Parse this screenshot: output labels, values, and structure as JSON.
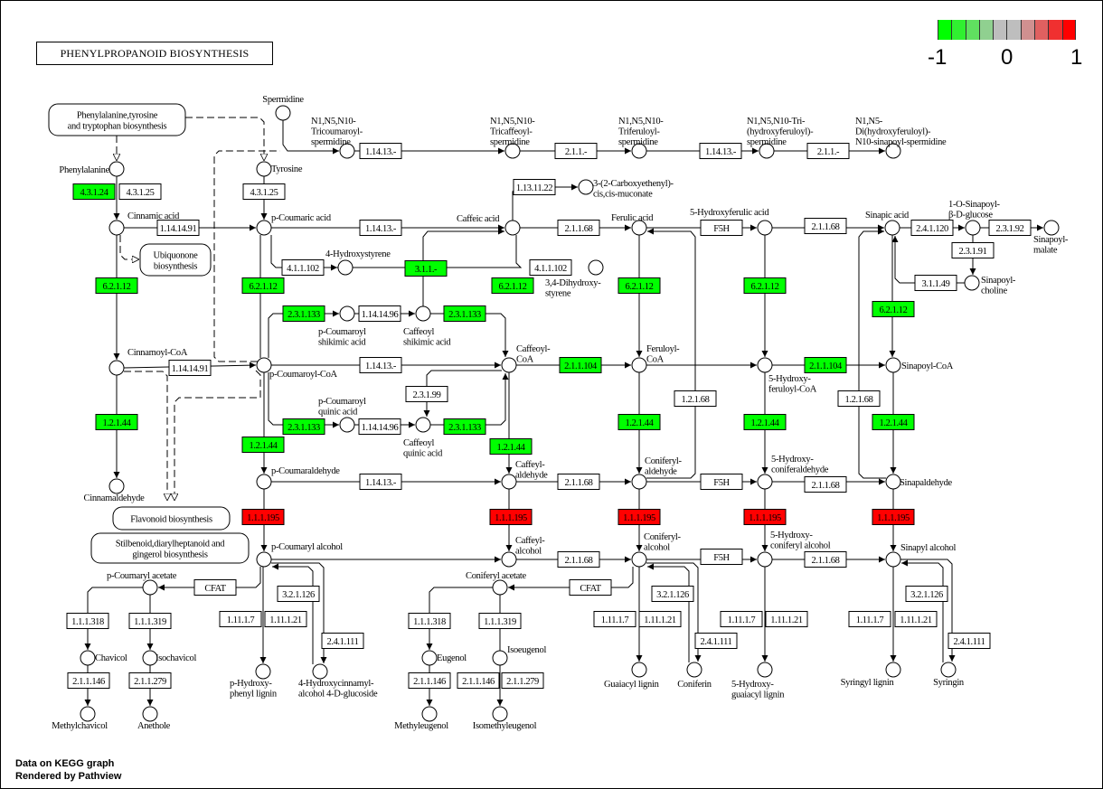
{
  "title": "PHENYLPROPANOID BIOSYNTHESIS",
  "legend": {
    "ticks": [
      "-1",
      "0",
      "1"
    ],
    "range": [
      -1,
      1
    ],
    "colors": [
      "#00ff00",
      "#30f030",
      "#60e060",
      "#90d090",
      "#bebebe",
      "#bebebe",
      "#d09090",
      "#e06060",
      "#f03030",
      "#ff0000"
    ]
  },
  "status_colors": {
    "down": "#00ff00",
    "up": "#ff0000",
    "none": "#ffffff"
  },
  "footer": [
    "Data on KEGG graph",
    "Rendered by Pathview"
  ],
  "pathways": [
    {
      "lines": [
        "Phenylalanine,tyrosine",
        "and tryptophan biosynthesis"
      ]
    },
    {
      "lines": [
        "Ubiquonone",
        "biosynthesis"
      ]
    },
    {
      "lines": [
        "Flavonoid biosynthesis"
      ]
    },
    {
      "lines": [
        "Stilbenoid,diarylheptanoid and",
        "gingerol biosynthesis"
      ]
    }
  ],
  "compounds": [
    {
      "lines": [
        "Phenylalanine"
      ]
    },
    {
      "lines": [
        "Tyrosine"
      ]
    },
    {
      "lines": [
        "Spermidine"
      ]
    },
    {
      "lines": [
        "N1,N5,N10-",
        "Tricoumaroyl-",
        "spermidine"
      ]
    },
    {
      "lines": [
        "N1,N5,N10-",
        "Tricaffeoyl-",
        "spermidine"
      ]
    },
    {
      "lines": [
        "N1,N5,N10-",
        "Triferuloyl-",
        "spermidine"
      ]
    },
    {
      "lines": [
        "N1,N5,N10-Tri-",
        "(hydroxyferuloyl)-",
        "spermidine"
      ]
    },
    {
      "lines": [
        "N1,N5-",
        "Di(hydroxyferuloyl)-",
        "N10-sinapoyl-spermidine"
      ]
    },
    {
      "lines": [
        "Cinnamic acid"
      ]
    },
    {
      "lines": [
        "p-Coumaric acid"
      ]
    },
    {
      "lines": [
        "Caffeic acid"
      ]
    },
    {
      "lines": [
        "3-(2-Carboxyethenyl)-",
        "cis,cis-muconate"
      ]
    },
    {
      "lines": [
        "4-Hydroxystyrene"
      ]
    },
    {
      "lines": [
        "3,4-Dihydroxy-",
        "styrene"
      ]
    },
    {
      "lines": [
        "Ferulic acid"
      ]
    },
    {
      "lines": [
        "5-Hydroxyferulic acid"
      ]
    },
    {
      "lines": [
        "Sinapic acid"
      ]
    },
    {
      "lines": [
        "1-O-Sinapoyl-",
        "β-D-glucose"
      ]
    },
    {
      "lines": [
        "Sinapoyl-",
        "malate"
      ]
    },
    {
      "lines": [
        "Sinapoyl-",
        "choline"
      ]
    },
    {
      "lines": [
        "Cinnamoyl-CoA"
      ]
    },
    {
      "lines": [
        "p-Coumaroyl-CoA"
      ]
    },
    {
      "lines": [
        "p-Coumaroyl",
        "shikimic acid"
      ]
    },
    {
      "lines": [
        "Caffeoyl",
        "shikimic acid"
      ]
    },
    {
      "lines": [
        "Caffeoyl-",
        "CoA"
      ]
    },
    {
      "lines": [
        "Feruloyl-",
        "CoA"
      ]
    },
    {
      "lines": [
        "5-Hydroxy-",
        "feruloyl-CoA"
      ]
    },
    {
      "lines": [
        "Sinapoyl-CoA"
      ]
    },
    {
      "lines": [
        "p-Coumaroyl",
        "quinic acid"
      ]
    },
    {
      "lines": [
        "Caffeoyl",
        "quinic acid"
      ]
    },
    {
      "lines": [
        "Cinnamaldehyde"
      ]
    },
    {
      "lines": [
        "p-Coumaraldehyde"
      ]
    },
    {
      "lines": [
        "Caffeyl-",
        "aldehyde"
      ]
    },
    {
      "lines": [
        "Coniferyl-",
        "aldehyde"
      ]
    },
    {
      "lines": [
        "5-Hydroxy-",
        "coniferaldehyde"
      ]
    },
    {
      "lines": [
        "Sinapaldehyde"
      ]
    },
    {
      "lines": [
        "p-Coumaryl alcohol"
      ]
    },
    {
      "lines": [
        "Caffeyl-",
        "alcohol"
      ]
    },
    {
      "lines": [
        "Coniferyl-",
        "alcohol"
      ]
    },
    {
      "lines": [
        "5-Hydroxy-",
        "coniferyl alcohol"
      ]
    },
    {
      "lines": [
        "Sinapyl alcohol"
      ]
    },
    {
      "lines": [
        "p-Coumaryl acetate"
      ]
    },
    {
      "lines": [
        "Coniferyl acetate"
      ]
    },
    {
      "lines": [
        "Chavicol"
      ]
    },
    {
      "lines": [
        "Isochavicol"
      ]
    },
    {
      "lines": [
        "Eugenol"
      ]
    },
    {
      "lines": [
        "Isoeugenol"
      ]
    },
    {
      "lines": [
        "Methylchavicol"
      ]
    },
    {
      "lines": [
        "Anethole"
      ]
    },
    {
      "lines": [
        "Methyleugenol"
      ]
    },
    {
      "lines": [
        "Isomethyleugenol"
      ]
    },
    {
      "lines": [
        "p-Hydroxy-",
        "phenyl lignin"
      ]
    },
    {
      "lines": [
        "4-Hydroxycinnamyl-",
        "alcohol 4-D-glucoside"
      ]
    },
    {
      "lines": [
        "Guaiacyl lignin"
      ]
    },
    {
      "lines": [
        "Coniferin"
      ]
    },
    {
      "lines": [
        "5-Hydroxy-",
        "guaiacyl lignin"
      ]
    },
    {
      "lines": [
        "Syringyl lignin"
      ]
    },
    {
      "lines": [
        "Syringin"
      ]
    }
  ],
  "enzymes": [
    {
      "label": "4.3.1.24",
      "status": "down"
    },
    {
      "label": "4.3.1.25",
      "status": "none"
    },
    {
      "label": "4.3.1.25",
      "status": "none"
    },
    {
      "label": "1.14.14.91",
      "status": "none"
    },
    {
      "label": "1.14.13.-",
      "status": "none"
    },
    {
      "label": "1.14.13.-",
      "status": "none"
    },
    {
      "label": "2.1.1.-",
      "status": "none"
    },
    {
      "label": "1.14.13.-",
      "status": "none"
    },
    {
      "label": "2.1.1.-",
      "status": "none"
    },
    {
      "label": "1.13.11.22",
      "status": "none"
    },
    {
      "label": "2.1.1.68",
      "status": "none"
    },
    {
      "label": "F5H",
      "status": "none"
    },
    {
      "label": "2.1.1.68",
      "status": "none"
    },
    {
      "label": "2.4.1.120",
      "status": "none"
    },
    {
      "label": "2.3.1.92",
      "status": "none"
    },
    {
      "label": "2.3.1.91",
      "status": "none"
    },
    {
      "label": "3.1.1.49",
      "status": "none"
    },
    {
      "label": "4.1.1.102",
      "status": "none"
    },
    {
      "label": "4.1.1.102",
      "status": "none"
    },
    {
      "label": "3.1.1.-",
      "status": "down"
    },
    {
      "label": "6.2.1.12",
      "status": "down"
    },
    {
      "label": "6.2.1.12",
      "status": "down"
    },
    {
      "label": "6.2.1.12",
      "status": "down"
    },
    {
      "label": "6.2.1.12",
      "status": "down"
    },
    {
      "label": "6.2.1.12",
      "status": "down"
    },
    {
      "label": "6.2.1.12",
      "status": "down"
    },
    {
      "label": "2.3.1.133",
      "status": "down"
    },
    {
      "label": "2.3.1.133",
      "status": "down"
    },
    {
      "label": "2.3.1.133",
      "status": "down"
    },
    {
      "label": "2.3.1.133",
      "status": "down"
    },
    {
      "label": "1.14.14.96",
      "status": "none"
    },
    {
      "label": "1.14.14.96",
      "status": "none"
    },
    {
      "label": "1.14.14.91",
      "status": "none"
    },
    {
      "label": "1.14.13.-",
      "status": "none"
    },
    {
      "label": "2.1.1.104",
      "status": "down"
    },
    {
      "label": "2.1.1.104",
      "status": "down"
    },
    {
      "label": "2.3.1.99",
      "status": "none"
    },
    {
      "label": "1.2.1.68",
      "status": "none"
    },
    {
      "label": "1.2.1.68",
      "status": "none"
    },
    {
      "label": "1.2.1.44",
      "status": "down"
    },
    {
      "label": "1.2.1.44",
      "status": "down"
    },
    {
      "label": "1.2.1.44",
      "status": "down"
    },
    {
      "label": "1.2.1.44",
      "status": "down"
    },
    {
      "label": "1.2.1.44",
      "status": "down"
    },
    {
      "label": "1.2.1.44",
      "status": "down"
    },
    {
      "label": "1.14.13.-",
      "status": "none"
    },
    {
      "label": "2.1.1.68",
      "status": "none"
    },
    {
      "label": "2.1.1.68",
      "status": "none"
    },
    {
      "label": "F5H",
      "status": "none"
    },
    {
      "label": "F5H",
      "status": "none"
    },
    {
      "label": "1.1.1.195",
      "status": "up"
    },
    {
      "label": "1.1.1.195",
      "status": "up"
    },
    {
      "label": "1.1.1.195",
      "status": "up"
    },
    {
      "label": "1.1.1.195",
      "status": "up"
    },
    {
      "label": "1.1.1.195",
      "status": "up"
    },
    {
      "label": "2.1.1.68",
      "status": "none"
    },
    {
      "label": "2.1.1.68",
      "status": "none"
    },
    {
      "label": "CFAT",
      "status": "none"
    },
    {
      "label": "CFAT",
      "status": "none"
    },
    {
      "label": "3.2.1.126",
      "status": "none"
    },
    {
      "label": "3.2.1.126",
      "status": "none"
    },
    {
      "label": "3.2.1.126",
      "status": "none"
    },
    {
      "label": "1.11.1.7",
      "status": "none"
    },
    {
      "label": "1.11.1.21",
      "status": "none"
    },
    {
      "label": "1.11.1.7",
      "status": "none"
    },
    {
      "label": "1.11.1.21",
      "status": "none"
    },
    {
      "label": "1.11.1.7",
      "status": "none"
    },
    {
      "label": "1.11.1.21",
      "status": "none"
    },
    {
      "label": "1.11.1.7",
      "status": "none"
    },
    {
      "label": "1.11.1.21",
      "status": "none"
    },
    {
      "label": "2.4.1.111",
      "status": "none"
    },
    {
      "label": "2.4.1.111",
      "status": "none"
    },
    {
      "label": "2.4.1.111",
      "status": "none"
    },
    {
      "label": "1.1.1.318",
      "status": "none"
    },
    {
      "label": "1.1.1.319",
      "status": "none"
    },
    {
      "label": "1.1.1.318",
      "status": "none"
    },
    {
      "label": "1.1.1.319",
      "status": "none"
    },
    {
      "label": "2.1.1.146",
      "status": "none"
    },
    {
      "label": "2.1.1.279",
      "status": "none"
    },
    {
      "label": "2.1.1.146",
      "status": "none"
    },
    {
      "label": "2.1.1.146",
      "status": "none"
    },
    {
      "label": "2.1.1.279",
      "status": "none"
    }
  ]
}
